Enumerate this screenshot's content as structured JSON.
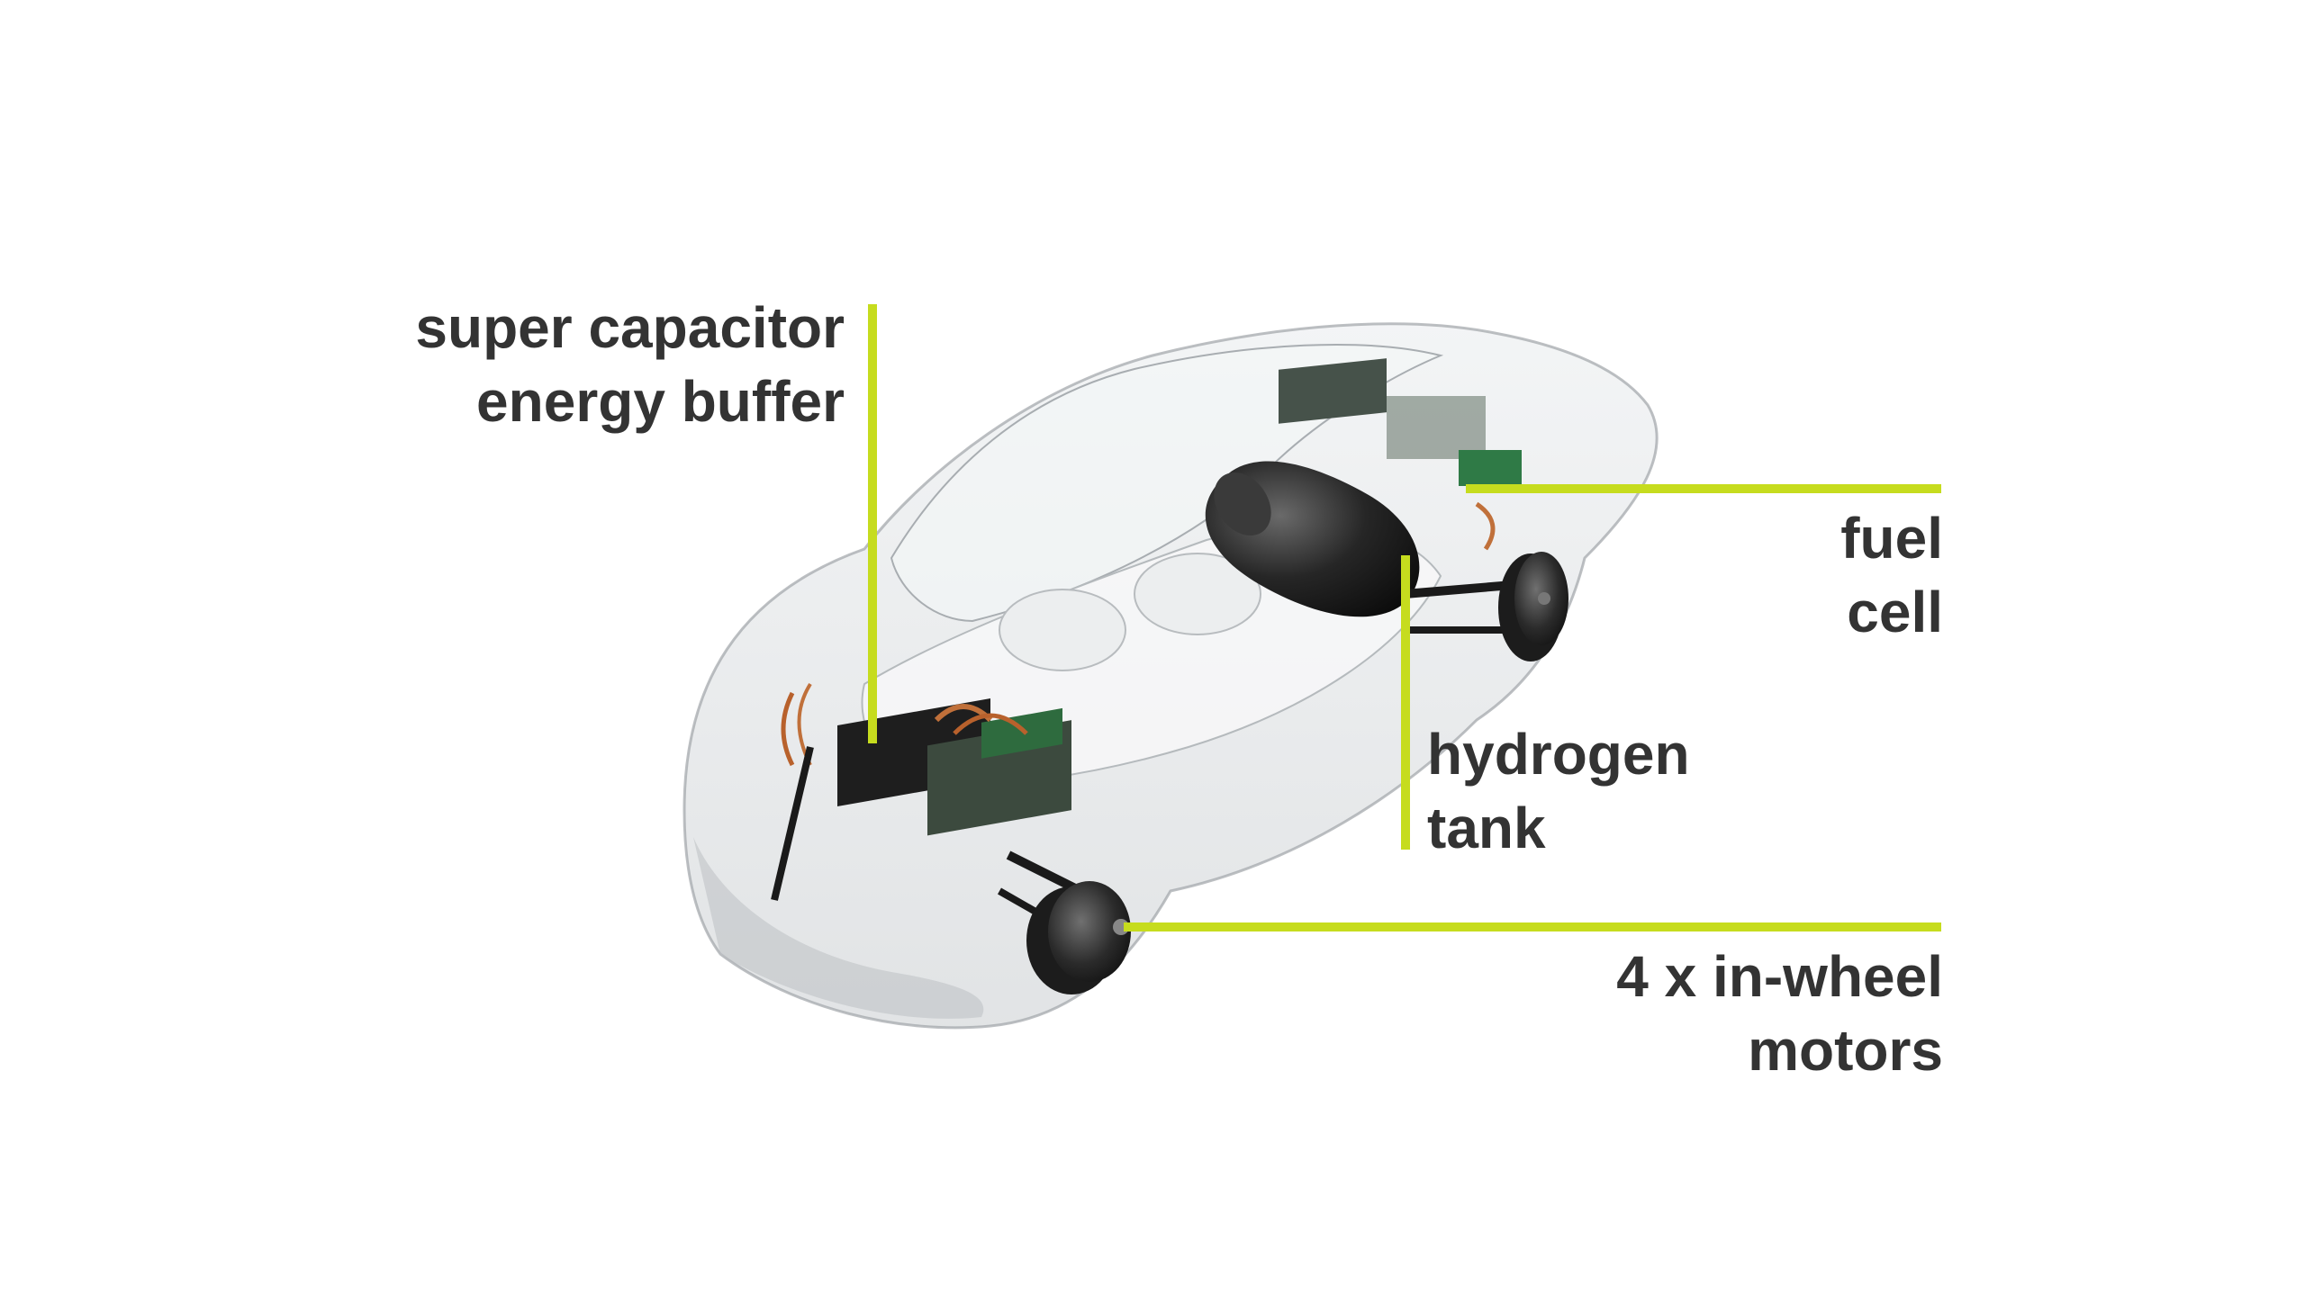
{
  "colors": {
    "callout": "#c6dc1e",
    "label_text": "#333333",
    "background": "#ffffff"
  },
  "labels": {
    "super_capacitor": {
      "line1": "super capacitor",
      "line2": "energy buffer"
    },
    "fuel_cell": {
      "line1": "fuel",
      "line2": "cell"
    },
    "hydrogen_tank": {
      "line1": "hydrogen",
      "line2": "tank"
    },
    "in_wheel_motors": {
      "line1": "4 x in-wheel",
      "line2": "motors"
    }
  }
}
